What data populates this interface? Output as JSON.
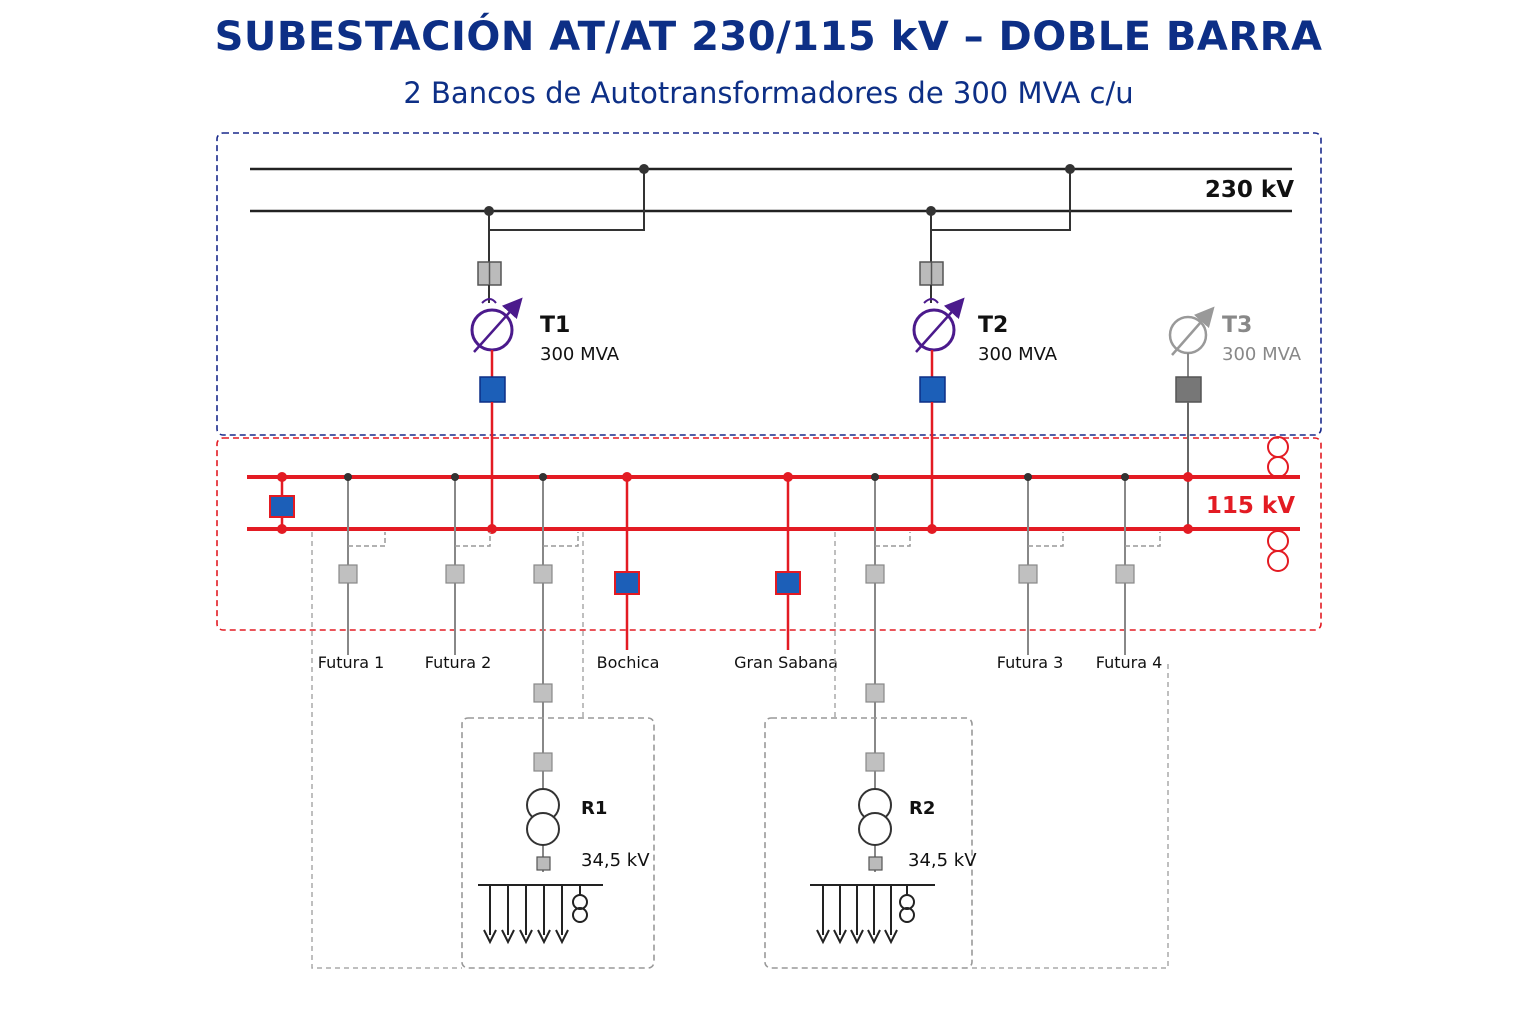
{
  "title": "SUBESTACIÓN AT/AT 230/115 kV – DOBLE BARRA",
  "subtitle": "2 Bancos de Autotransformadores de 300 MVA c/u",
  "buses": {
    "hv_label": "230 kV",
    "lv_label": "115 kV"
  },
  "transformers": [
    {
      "name": "T1",
      "rating": "300 MVA"
    },
    {
      "name": "T2",
      "rating": "300 MVA"
    },
    {
      "name": "T3",
      "rating": "300 MVA"
    }
  ],
  "feeders": [
    "Futura 1",
    "Futura 2",
    "Bochica",
    "Gran Sabana",
    "Futura 3",
    "Futura 4"
  ],
  "reactors": [
    {
      "name": "R1",
      "voltage": "34,5 kV"
    },
    {
      "name": "R2",
      "voltage": "34,5 kV"
    }
  ],
  "colors": {
    "title": "#0d2f86",
    "hv_zone": "#1a2a8c",
    "lv_bus": "#e31b23",
    "breaker_active": "#1c5fb8",
    "breaker_future": "#c0c0c0",
    "transformer_symbol": "#4b1a8c",
    "future_element": "#888888"
  },
  "icons": [
    "autotransformer-icon",
    "circuit-breaker-icon",
    "current-transformer-icon",
    "reactor-transformer-icon",
    "ground-icon"
  ]
}
